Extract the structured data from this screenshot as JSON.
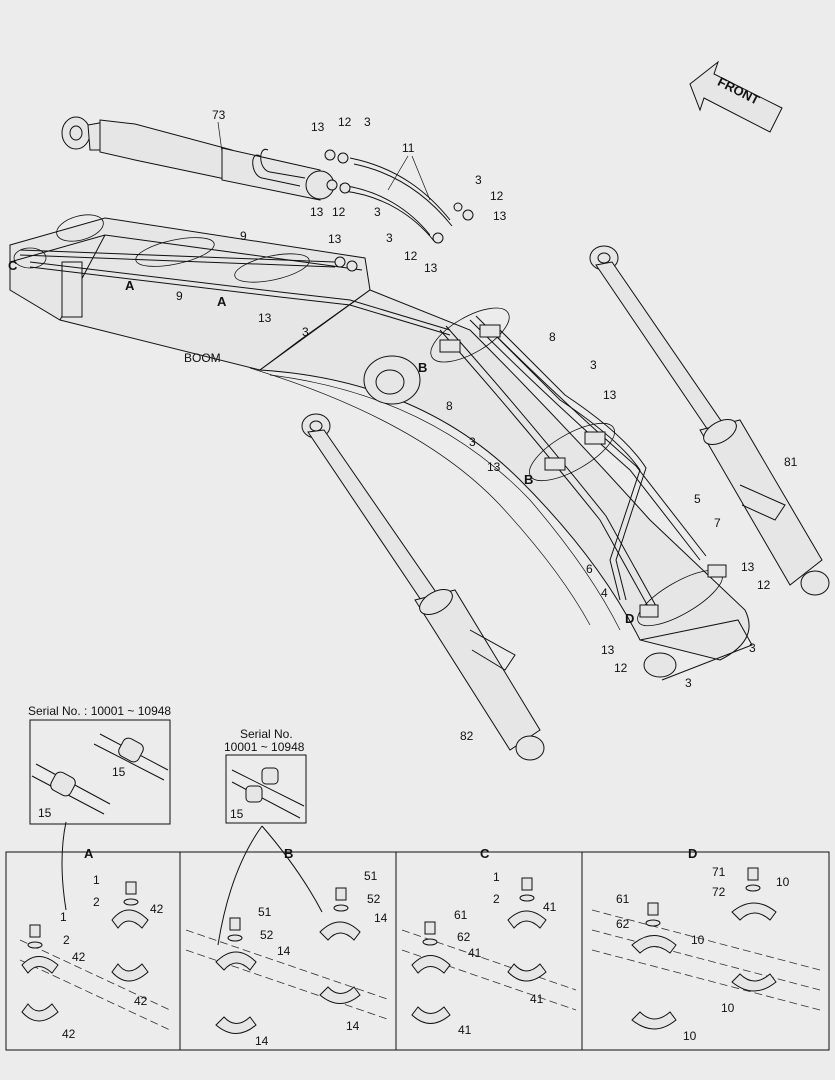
{
  "orientation": "FRONT",
  "boom_label": "BOOM",
  "callouts": {
    "c73": "73",
    "c13a": "13",
    "c12a": "12",
    "c3a": "3",
    "c11": "11",
    "c13b": "13",
    "c12b": "12",
    "c3b": "3",
    "c3c": "3",
    "c12c": "12",
    "c13c": "13",
    "c13d": "13",
    "c3d": "3",
    "c12d": "12",
    "c13e": "13",
    "c9a": "9",
    "c9b": "9",
    "cA1": "A",
    "cA2": "A",
    "cC": "C",
    "c13f": "13",
    "c3f": "3",
    "cB1": "B",
    "c8a": "8",
    "c8b": "8",
    "c3g": "3",
    "c13g": "13",
    "c3h": "3",
    "c13h": "13",
    "cB2": "B",
    "c81": "81",
    "c5": "5",
    "c7": "7",
    "c6": "6",
    "c4": "4",
    "cD": "D",
    "c13i": "13",
    "c12i": "12",
    "c3i": "3",
    "c13j": "13",
    "c12j": "12",
    "c3j": "3",
    "c82": "82"
  },
  "serial_box_1": {
    "title": "Serial No. : 10001 ~ 10948",
    "c15a": "15",
    "c15b": "15"
  },
  "serial_box_2": {
    "title_line1": "Serial No.",
    "title_line2": "10001 ~ 10948",
    "c15": "15"
  },
  "panels": {
    "A": {
      "title": "A",
      "labels": [
        "1",
        "2",
        "42",
        "1",
        "2",
        "42",
        "42",
        "42"
      ]
    },
    "B": {
      "title": "B",
      "labels": [
        "51",
        "52",
        "14",
        "51",
        "52",
        "14",
        "14",
        "14"
      ]
    },
    "C": {
      "title": "C",
      "labels": [
        "1",
        "2",
        "41",
        "61",
        "62",
        "41",
        "41",
        "41"
      ]
    },
    "D": {
      "title": "D",
      "labels": [
        "71",
        "72",
        "10",
        "61",
        "62",
        "10",
        "10",
        "10"
      ]
    }
  }
}
